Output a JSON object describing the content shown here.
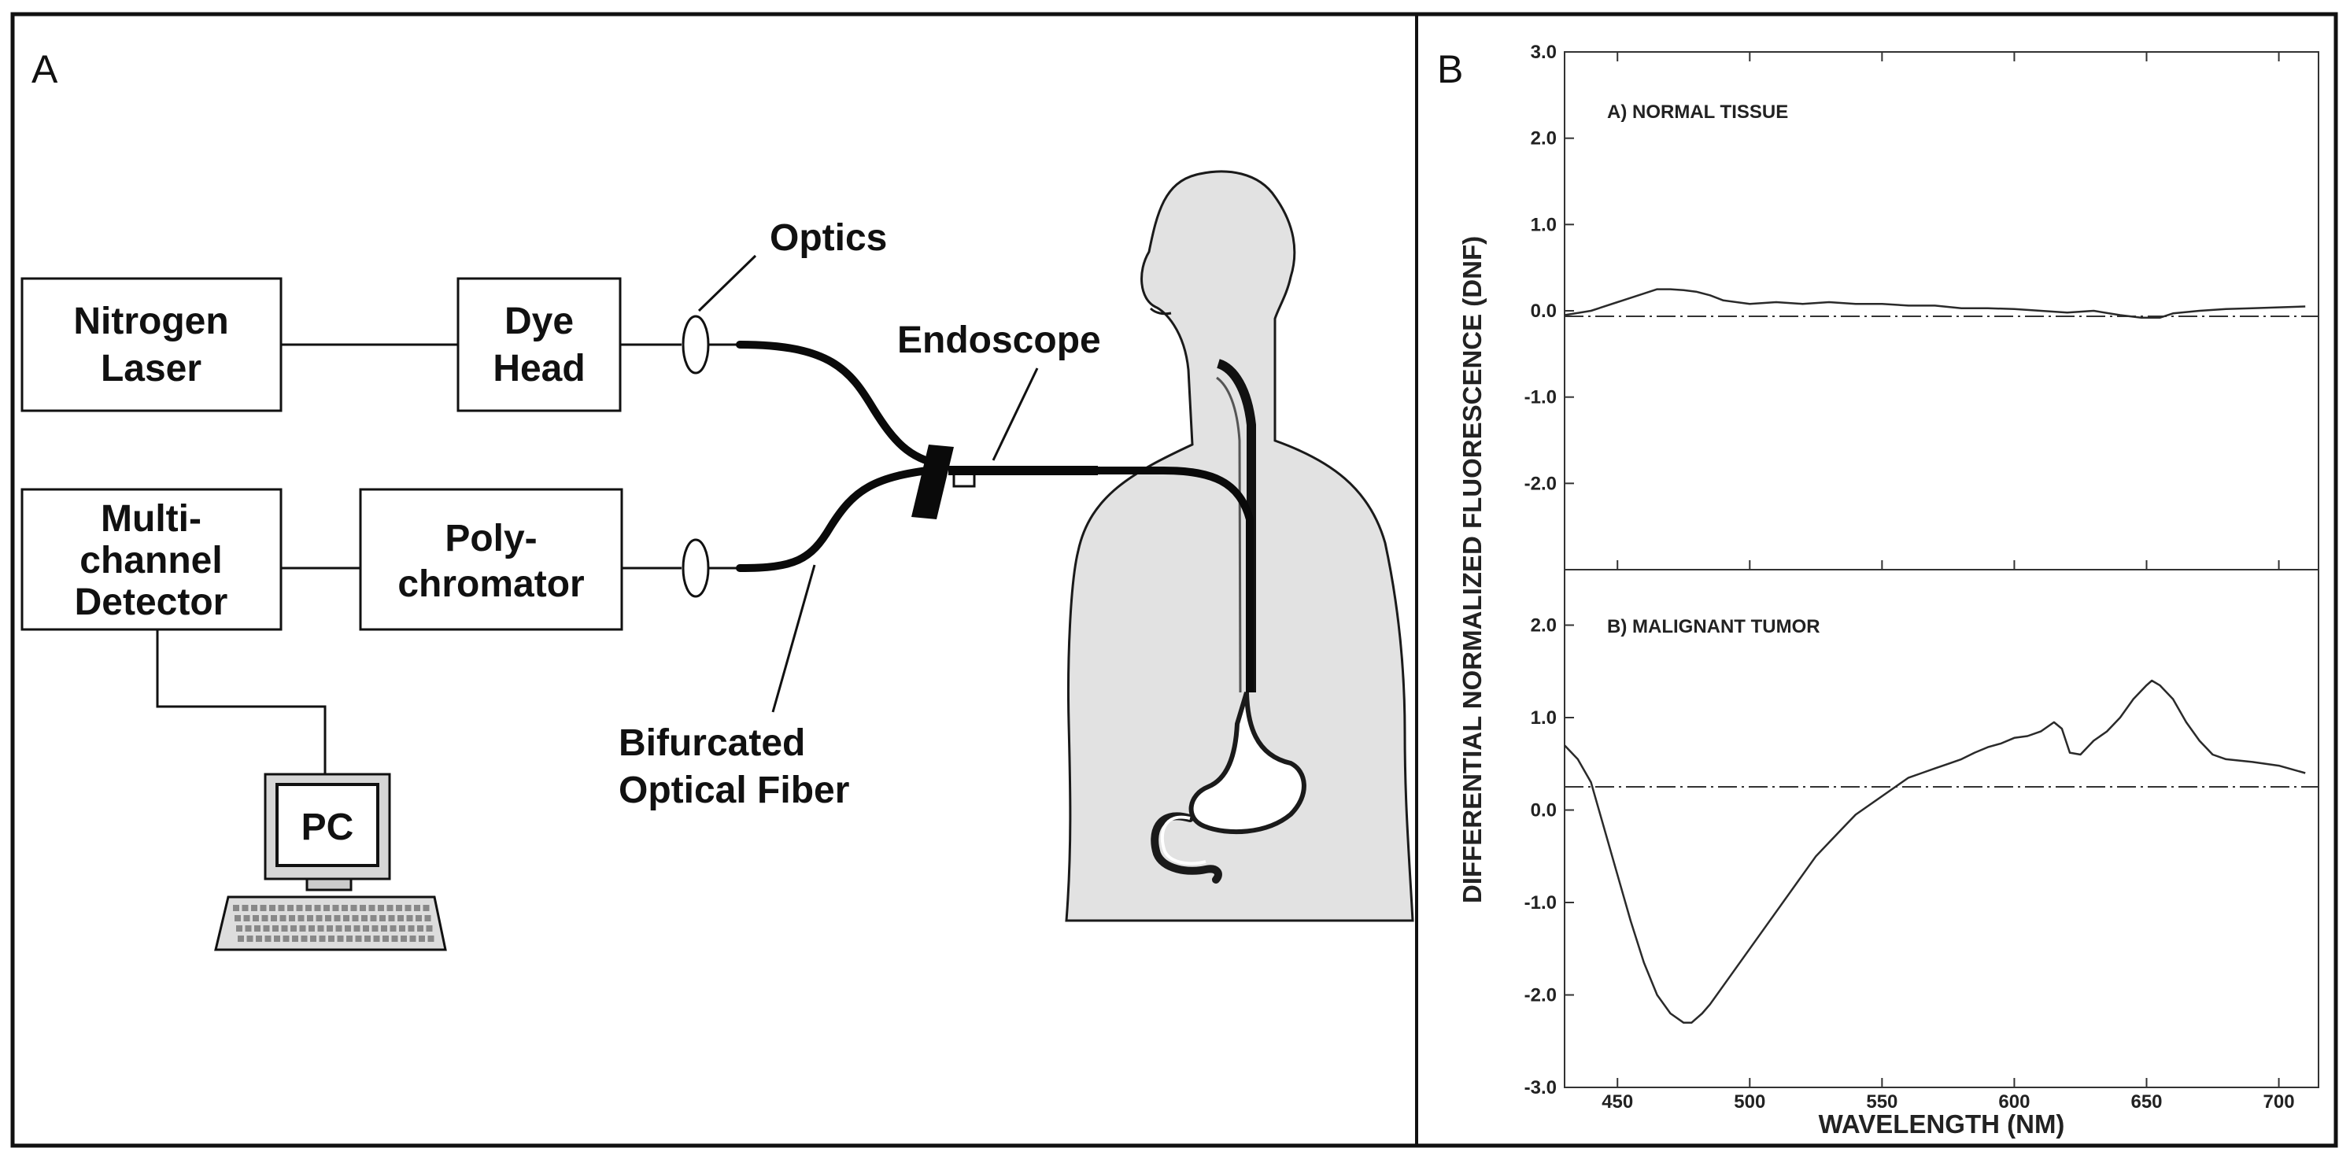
{
  "panels": {
    "a_label": "A",
    "b_label": "B"
  },
  "schematic": {
    "nitrogen_laser": [
      "Nitrogen",
      "Laser"
    ],
    "dye_head": [
      "Dye",
      "Head"
    ],
    "detector": [
      "Multi-",
      "channel",
      "Detector"
    ],
    "polychromator": [
      "Poly-",
      "chromator"
    ],
    "optics": "Optics",
    "endoscope": "Endoscope",
    "fiber": [
      "Bifurcated",
      "Optical Fiber"
    ],
    "pc": "PC"
  },
  "chart_data": [
    {
      "type": "line",
      "subplot_label": "A) NORMAL TISSUE",
      "xlim": [
        430,
        715
      ],
      "ylim": [
        -3.0,
        3.0
      ],
      "y_ticks": [
        "3.0",
        "2.0",
        "1.0",
        "0.0",
        "-1.0",
        "-2.0"
      ],
      "series": [
        {
          "x": [
            430,
            440,
            450,
            460,
            465,
            470,
            475,
            480,
            485,
            490,
            500,
            510,
            520,
            530,
            540,
            550,
            560,
            570,
            580,
            590,
            600,
            610,
            620,
            630,
            640,
            648,
            655,
            660,
            670,
            680,
            690,
            700,
            710
          ],
          "y": [
            -0.05,
            0.0,
            0.1,
            0.2,
            0.25,
            0.25,
            0.24,
            0.22,
            0.18,
            0.12,
            0.08,
            0.1,
            0.08,
            0.1,
            0.08,
            0.08,
            0.06,
            0.06,
            0.03,
            0.03,
            0.02,
            0.0,
            -0.02,
            0.0,
            -0.05,
            -0.08,
            -0.08,
            -0.03,
            0.0,
            0.02,
            0.03,
            0.04,
            0.05
          ]
        }
      ]
    },
    {
      "type": "line",
      "subplot_label": "B) MALIGNANT TUMOR",
      "xlim": [
        430,
        715
      ],
      "ylim": [
        -3.0,
        2.6
      ],
      "y_ticks": [
        "2.0",
        "1.0",
        "0.0",
        "-1.0",
        "-2.0",
        "-3.0"
      ],
      "x_ticks": [
        "450",
        "500",
        "550",
        "600",
        "650",
        "700"
      ],
      "xlabel": "WAVELENGTH (NM)",
      "ylabel": "DIFFERENTIAL NORMALIZED FLUORESCENCE (DNF)",
      "series": [
        {
          "x": [
            430,
            435,
            440,
            445,
            450,
            455,
            460,
            465,
            470,
            475,
            478,
            482,
            485,
            490,
            495,
            500,
            505,
            510,
            515,
            520,
            525,
            530,
            535,
            540,
            545,
            550,
            555,
            560,
            565,
            570,
            575,
            580,
            585,
            590,
            595,
            600,
            605,
            610,
            615,
            618,
            621,
            625,
            630,
            635,
            640,
            645,
            650,
            652,
            655,
            660,
            665,
            670,
            675,
            680,
            690,
            700,
            710
          ],
          "y": [
            0.7,
            0.55,
            0.3,
            -0.2,
            -0.7,
            -1.2,
            -1.65,
            -2.0,
            -2.2,
            -2.3,
            -2.3,
            -2.2,
            -2.1,
            -1.9,
            -1.7,
            -1.5,
            -1.3,
            -1.1,
            -0.9,
            -0.7,
            -0.5,
            -0.35,
            -0.2,
            -0.05,
            0.05,
            0.15,
            0.25,
            0.35,
            0.4,
            0.45,
            0.5,
            0.55,
            0.62,
            0.68,
            0.72,
            0.78,
            0.8,
            0.85,
            0.95,
            0.88,
            0.62,
            0.6,
            0.75,
            0.85,
            1.0,
            1.2,
            1.35,
            1.4,
            1.35,
            1.2,
            0.95,
            0.75,
            0.6,
            0.55,
            0.52,
            0.48,
            0.4
          ]
        }
      ]
    }
  ]
}
